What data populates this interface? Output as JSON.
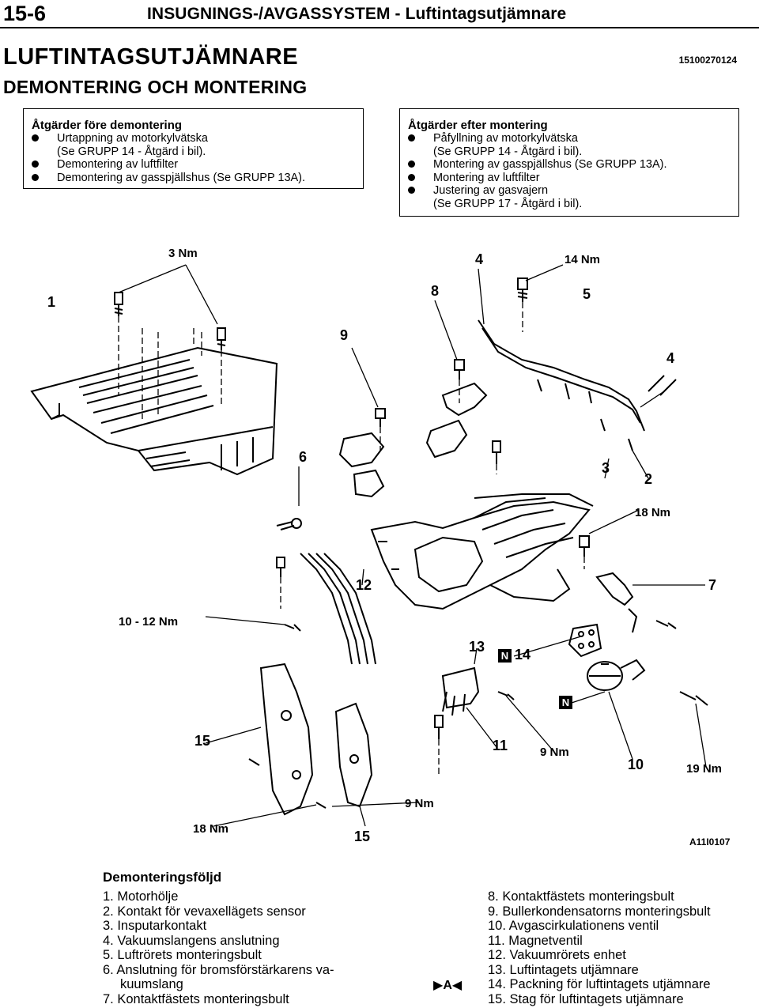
{
  "header": {
    "page_number": "15-6",
    "section_title": "INSUGNINGS-/AVGASSYSTEM - Luftintagsutjämnare"
  },
  "title": "LUFTINTAGSUTJÄMNARE",
  "doc_code": "15100270124",
  "subtitle": "DEMONTERING OCH MONTERING",
  "pre_removal": {
    "heading": "Åtgärder före demontering",
    "items": [
      "Urtappning av motorkylvätska",
      "Demontering av luftfilter",
      "Demontering av gasspjällshus (Se GRUPP 13A)."
    ],
    "item0_cont": "(Se GRUPP 14 - Åtgärd i bil)."
  },
  "post_install": {
    "heading": "Åtgärder efter montering",
    "items": [
      "Påfyllning av motorkylvätska",
      "Montering av gasspjällshus (Se GRUPP 13A).",
      "Montering av luftfilter",
      "Justering av gasvajern"
    ],
    "item0_cont": "(Se GRUPP 14 - Åtgärd i bil).",
    "item3_cont": "(Se GRUPP 17 - Åtgärd i bil)."
  },
  "diagram": {
    "torque": {
      "t3": "3 Nm",
      "t14": "14 Nm",
      "t18a": "18 Nm",
      "t10_12": "10 - 12 Nm",
      "t9a": "9 Nm",
      "t19": "19 Nm",
      "t9b": "9 Nm",
      "t18b": "18 Nm"
    },
    "callouts": {
      "c1": "1",
      "c3nm_4": "4",
      "c8": "8",
      "c5": "5",
      "c9": "9",
      "c4b": "4",
      "c6": "6",
      "c3": "3",
      "c2": "2",
      "c12": "12",
      "c7": "7",
      "c13": "13",
      "c14": "14",
      "c15a": "15",
      "c11": "11",
      "c10": "10",
      "c15b": "15"
    },
    "new_part_marker": "N",
    "figure_code": "A11I0107"
  },
  "sequence": {
    "heading": "Demonteringsföljd",
    "left": [
      "1. Motorhölje",
      "2. Kontakt för vevaxellägets sensor",
      "3. Insputarkontakt",
      "4. Vakuumslangens anslutning",
      "5. Luftrörets monteringsbult",
      "6. Anslutning för bromsförstärkarens va-",
      "kuumslang",
      "7. Kontaktfästets monteringsbult"
    ],
    "right": [
      "8. Kontaktfästets monteringsbult",
      "9. Bullerkondensatorns monteringsbult",
      "10. Avgascirkulationens ventil",
      "11. Magnetventil",
      "12. Vakuumrörets enhet",
      "13. Luftintagets utjämnare",
      "14. Packning för luftintagets utjämnare",
      "15. Stag för luftintagets utjämnare"
    ],
    "marker": "A"
  }
}
